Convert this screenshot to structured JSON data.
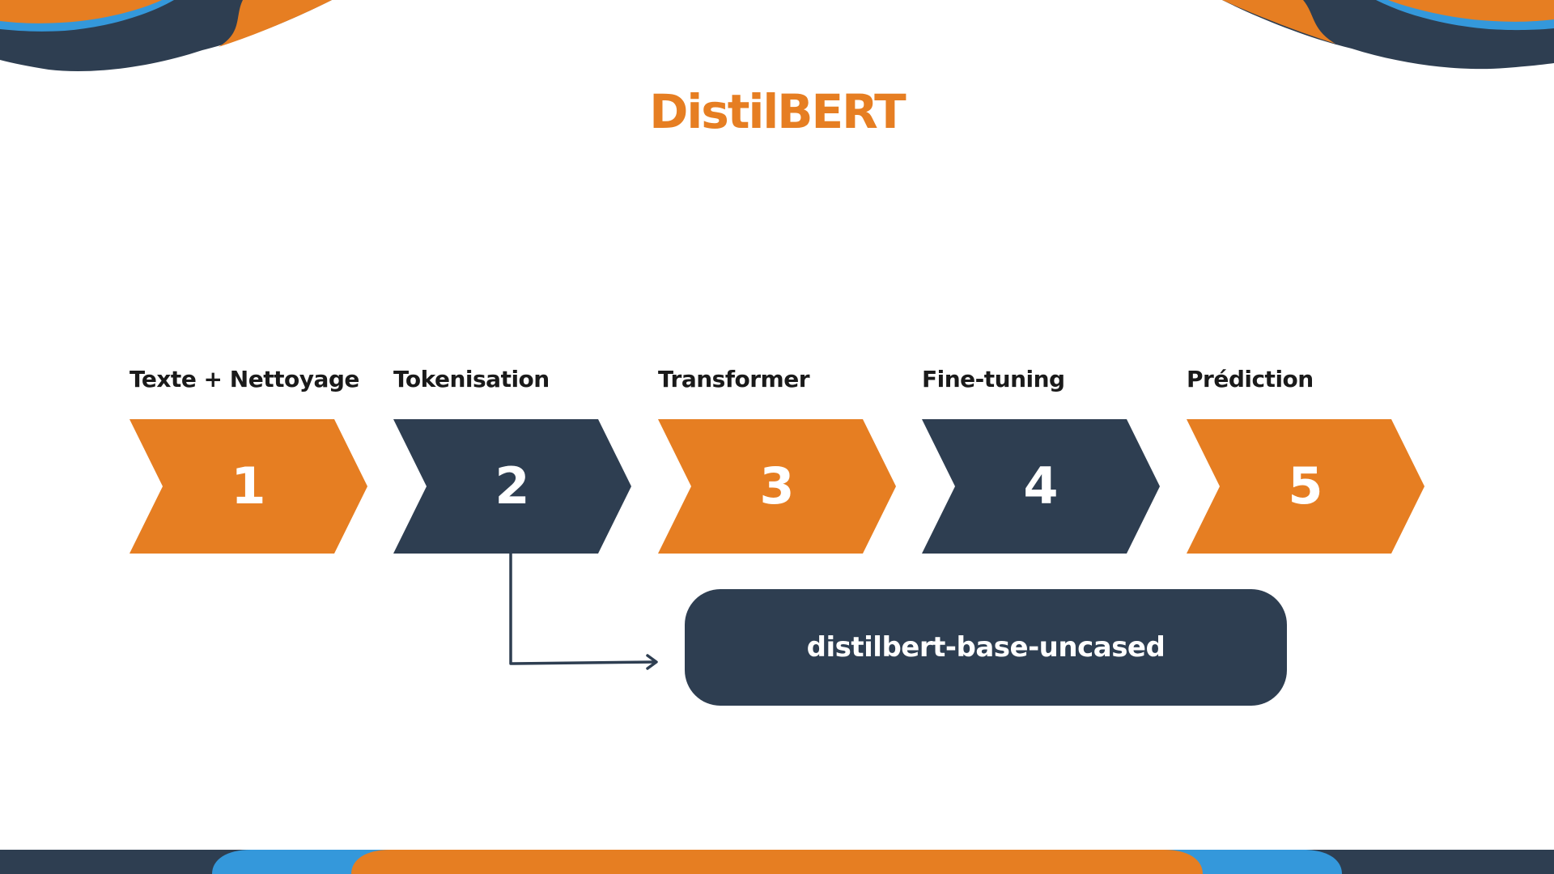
{
  "slide": {
    "title": "DistilBERT"
  },
  "colors": {
    "accent_orange": "#E67E22",
    "navy": "#2E3E51",
    "blue": "#3498DB",
    "text_dark": "#1a1a1a",
    "background": "#ffffff"
  },
  "steps": [
    {
      "label": "Texte + Nettoyage",
      "number": "1",
      "color": "#E67E22"
    },
    {
      "label": "Tokenisation",
      "number": "2",
      "color": "#2E3E51"
    },
    {
      "label": "Transformer",
      "number": "3",
      "color": "#E67E22"
    },
    {
      "label": "Fine-tuning",
      "number": "4",
      "color": "#2E3E51"
    },
    {
      "label": "Prédiction",
      "number": "5",
      "color": "#E67E22"
    }
  ],
  "model_box": {
    "text": "distilbert-base-uncased",
    "linked_step": "2"
  },
  "icons": {
    "connector": "arrow-right-icon"
  }
}
